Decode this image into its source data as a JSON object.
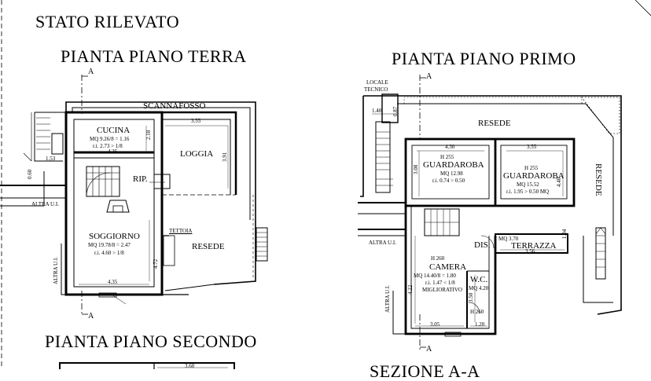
{
  "heading": "STATO RILEVATO",
  "ground": {
    "title": "PIANTA PIANO TERRA",
    "section_mark": "A",
    "section_mark_bottom": "A",
    "scannafosso": "SCANNAFOSSO",
    "cucina": {
      "name": "CUCINA",
      "line1": "MQ 9.26/8 = 1.16",
      "line2": "r.i. 2.73 > 1/8"
    },
    "dim_cucina_w": "4.25",
    "dim_cucina_h": "2.18",
    "dim_loggia_w": "3.55",
    "dim_loggia_h": "3.91",
    "loggia": "LOGGIA",
    "rip": "RIP.",
    "dim_small_left": "1.53",
    "dim_wall": "0.60",
    "altra_ui": "ALTRA U.I.",
    "altra_ui_vertical": "ALTRA U.I.",
    "soggiorno": {
      "name": "SOGGIORNO",
      "line1": "MQ 19.78/8 = 2.47",
      "line2": "r.i. 4.60 > 1/8"
    },
    "dim_soggiorno_w": "4.35",
    "dim_soggiorno_h": "4.72",
    "tettoia": "TETTOIA",
    "resede": "RESEDE"
  },
  "first": {
    "title": "PIANTA PIANO PRIMO",
    "section_mark": "A",
    "section_mark_bottom": "A",
    "locale_tecnico_1": "LOCALE",
    "locale_tecnico_2": "TECNICO",
    "dim_lt": "1.40",
    "dim_lt_h": "0.87",
    "resede_top": "RESEDE",
    "resede_side": "RESEDE",
    "guardaroba1": {
      "h": "H 255",
      "name": "GUARDAROBA",
      "line1": "MQ 12.98",
      "line2": "r.i. 0.74 > 0.50"
    },
    "dim_g1_w": "4.30",
    "dim_g1_h": "3.08",
    "guardaroba2": {
      "h": "H 255",
      "name": "GUARDAROBA",
      "line1": "MQ 15.52",
      "line2": "r.i. 1.95 > 0.50 MQ"
    },
    "dim_g2_w": "3.55",
    "dim_g2_h": "4.40",
    "altra_ui": "ALTRA U.I.",
    "altra_ui_vertical": "ALTRA U.I.",
    "dis": "DIS.",
    "terrazza_mq": "MQ 3.70",
    "terrazza": "TERRAZZA",
    "dim_terrazza": "3.56",
    "dim_terrazza_h": "1.04",
    "camera": {
      "h": "H 260",
      "name": "CAMERA",
      "line1": "MQ 14.40/8 = 1.80",
      "line2": "r.i. 1.47 < 1/8",
      "line3": "MIGLIORATIVO"
    },
    "dim_camera_h": "4.22",
    "wc": {
      "name": "W.C.",
      "line1": "MQ 4.20",
      "h": "H 260"
    },
    "dim_wc_h": "3.50",
    "dim_camera_w": "3.05",
    "dim_wc_w": "1.20"
  },
  "second": {
    "title": "PIANTA PIANO SECONDO",
    "dim_top": "3.60"
  },
  "section_aa": {
    "title": "SEZIONE A-A"
  }
}
